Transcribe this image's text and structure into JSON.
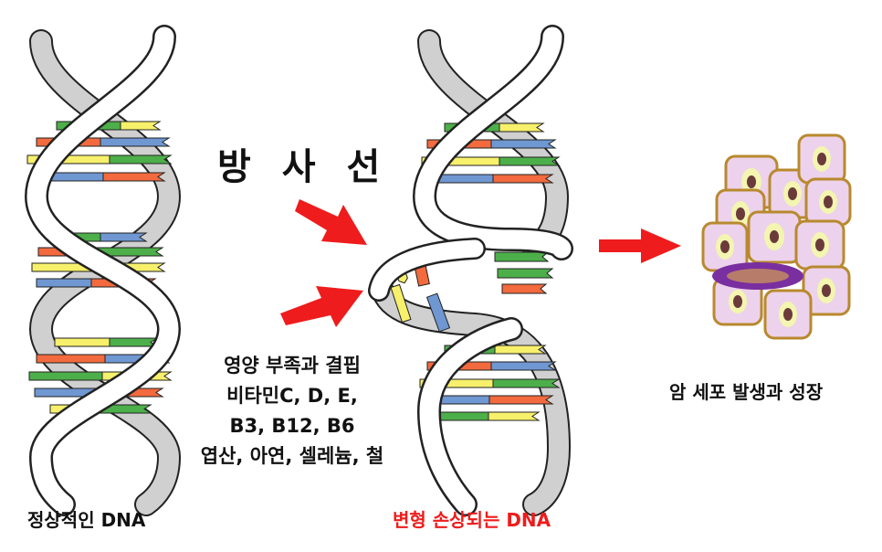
{
  "labels": {
    "radiation": "방 사 선",
    "causes": [
      "영양 부족과 결핍",
      "비타민C, D, E,",
      "B3, B12, B6",
      "엽산, 아연, 셀레늄, 철"
    ],
    "normal_dna": "정상적인 DNA",
    "damaged_dna": "변형 손상되는 DNA",
    "cancer": "암 세포 발생과 성장"
  },
  "colors": {
    "strand_fill": "#d0d0d0",
    "strand_outline": "#222222",
    "arrow": "#ee1c1c",
    "damaged_label": "#ee1c1c",
    "base_green": "#4daf4a",
    "base_blue": "#6f97d2",
    "base_yellow": "#f7f06b",
    "base_orange": "#f26a3d",
    "cell_border": "#b8892e",
    "cell_fill": "#ecd2ec",
    "nucleus": "#6b3b3b",
    "nucleus_halo": "#f3f5b0",
    "highlight_ring": "#7a2fa0"
  },
  "icons": {
    "dna_normal": "dna-double-helix-icon",
    "dna_damaged": "broken-dna-helix-icon",
    "cells": "cancer-cell-cluster-icon",
    "arrows": "red-arrow-icon"
  }
}
